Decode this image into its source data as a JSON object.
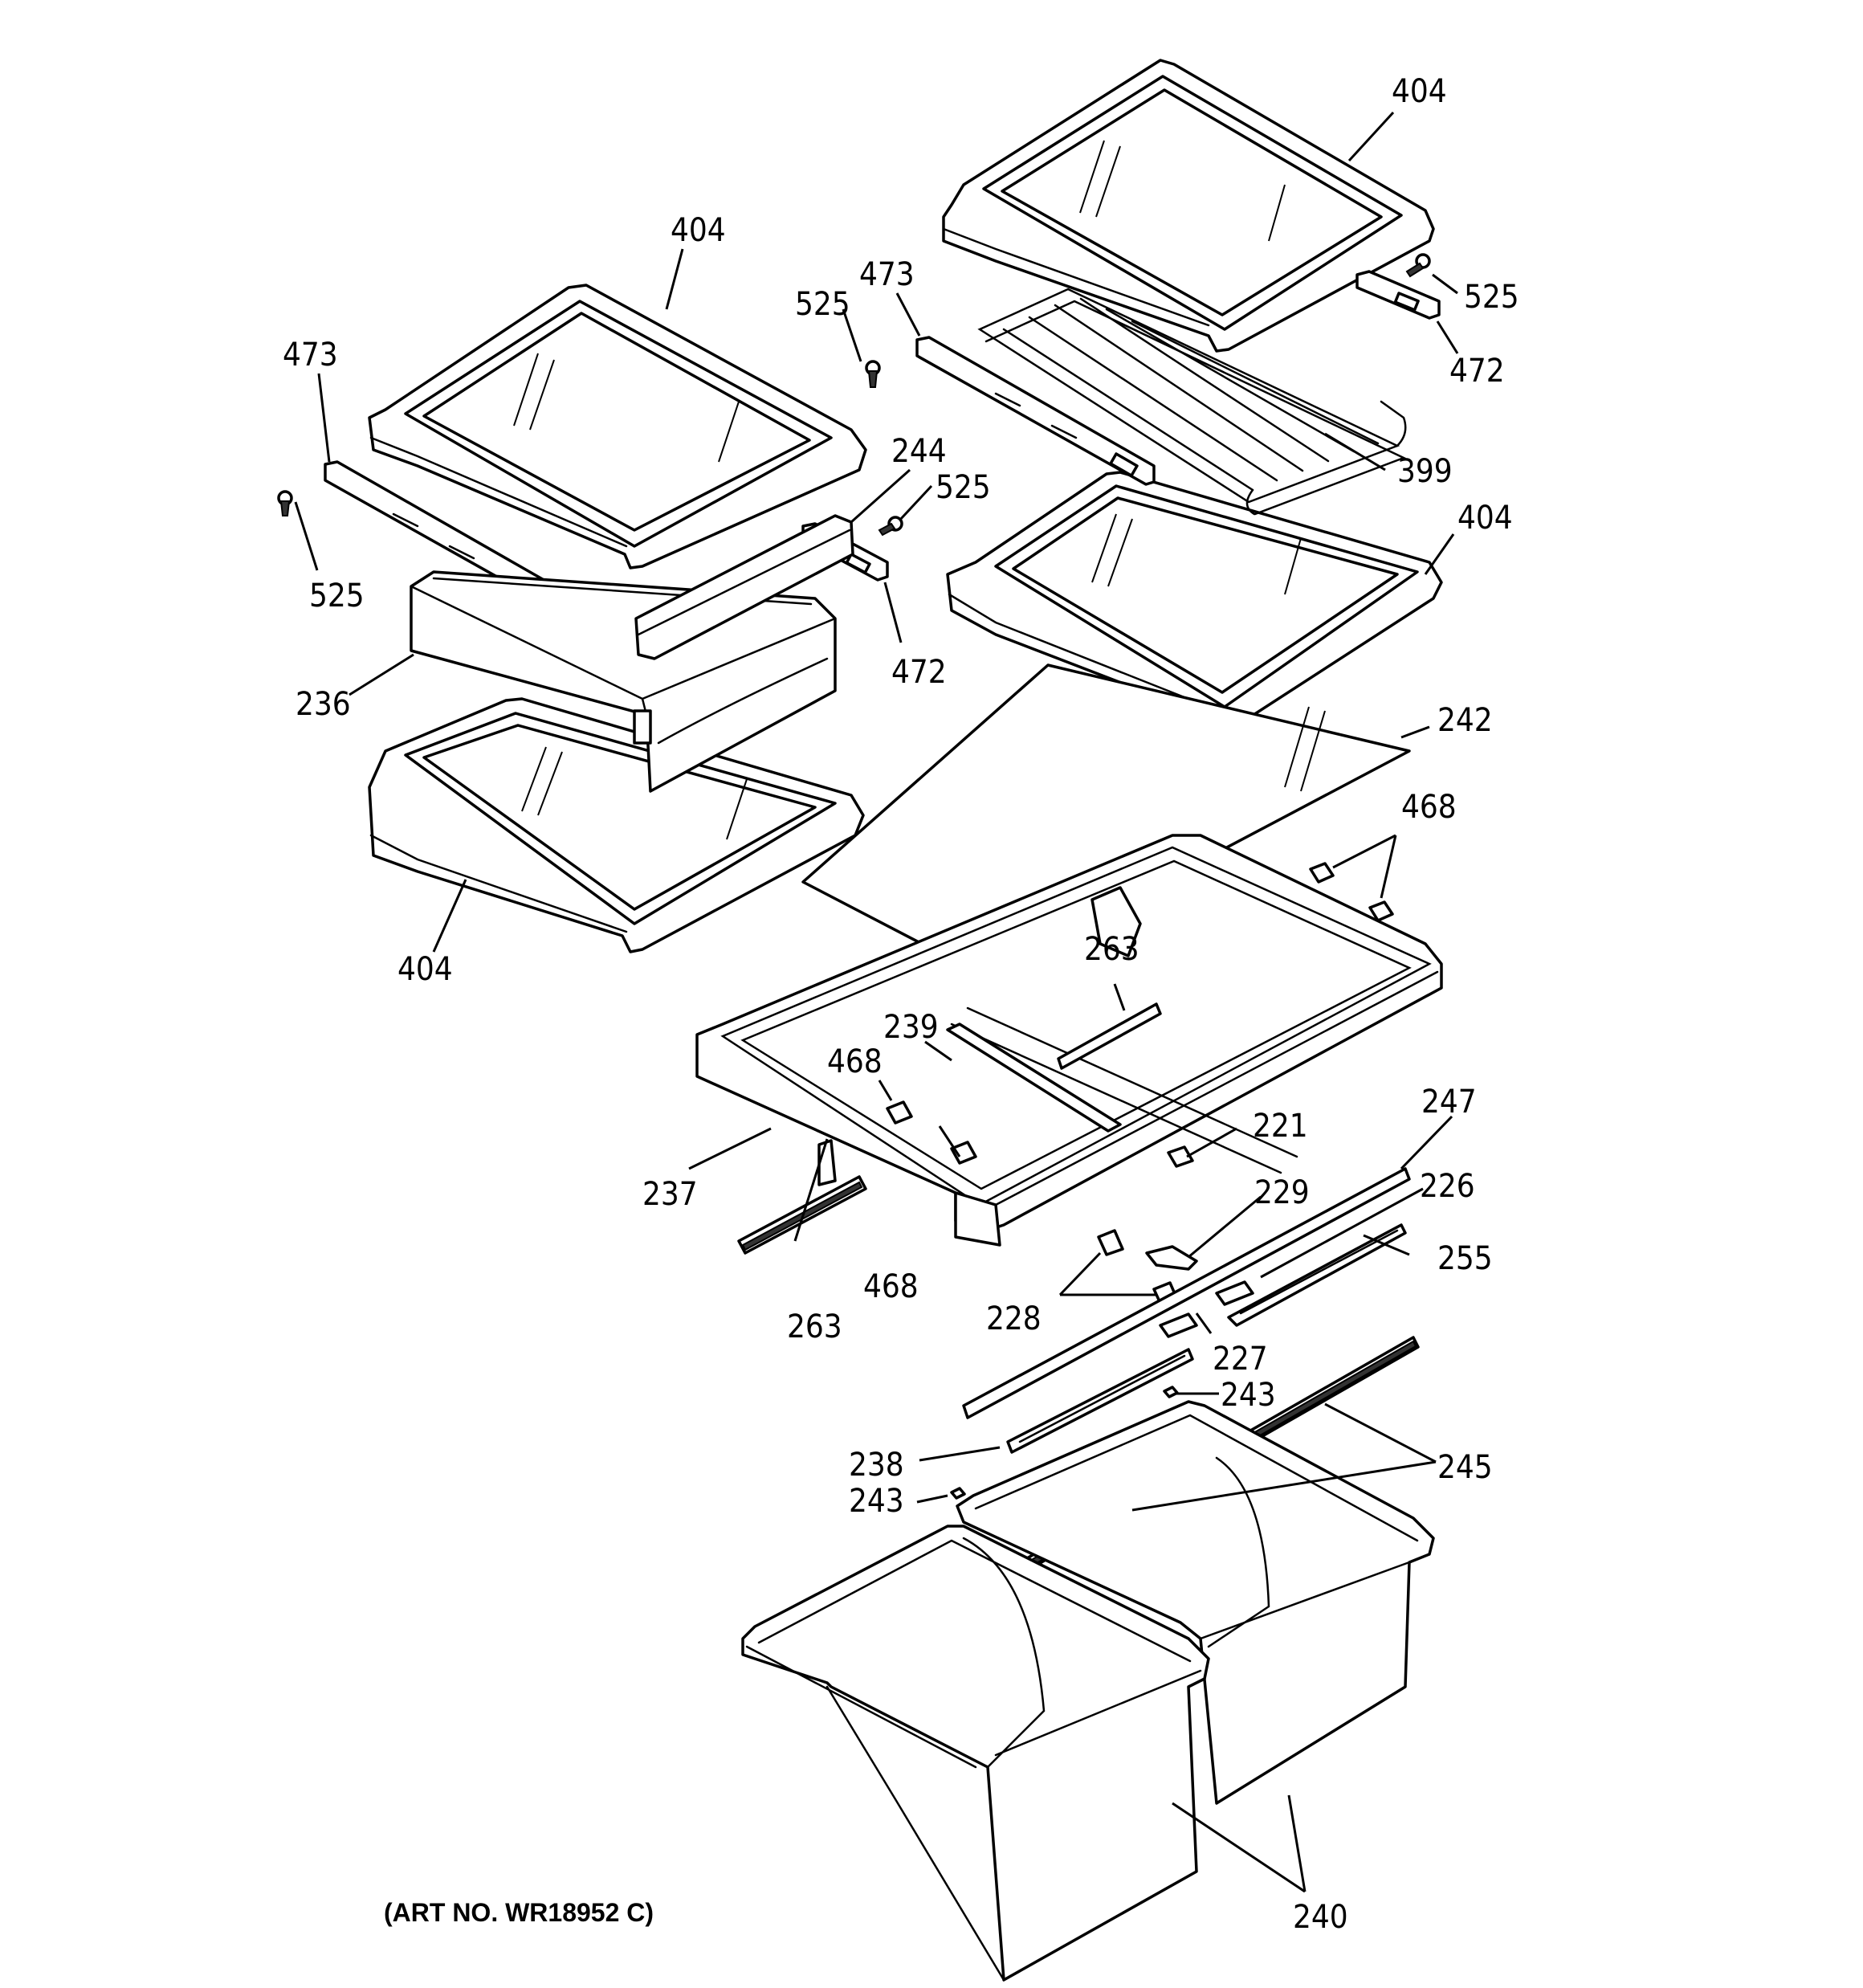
{
  "diagram": {
    "art_number": "(ART NO. WR18952 C)",
    "callouts": [
      "404",
      "404",
      "404",
      "404",
      "473",
      "473",
      "525",
      "525",
      "525",
      "525",
      "472",
      "472",
      "399",
      "244",
      "236",
      "242",
      "468",
      "468",
      "468",
      "263",
      "263",
      "239",
      "237",
      "221",
      "247",
      "229",
      "226",
      "255",
      "228",
      "227",
      "243",
      "243",
      "238",
      "245",
      "240"
    ]
  }
}
